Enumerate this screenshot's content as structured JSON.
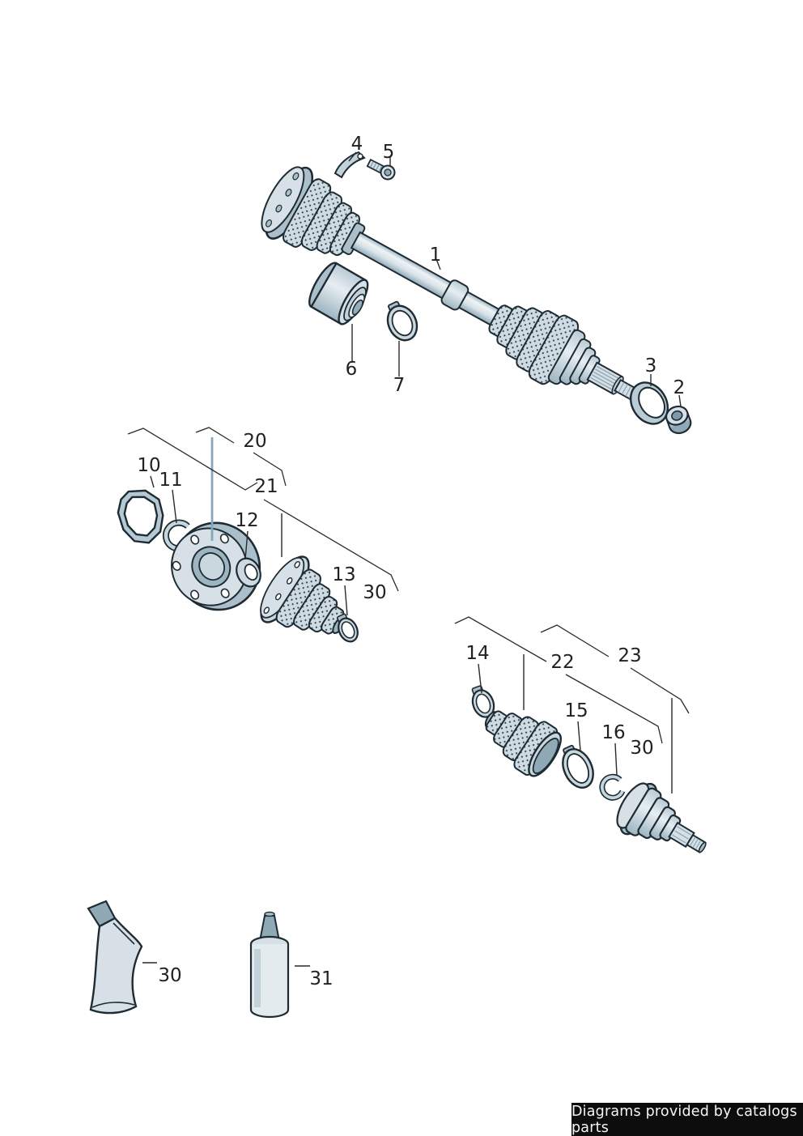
{
  "diagram": {
    "type": "exploded-parts-diagram",
    "subject": "drive shaft with constant velocity joints",
    "colors": {
      "background": "#ffffff",
      "line_art_outline": "#1e2b33",
      "part_fill_light": "#d6e0e6",
      "part_fill_mid": "#aabfca",
      "part_fill_dark": "#7e99a9",
      "leader_line": "#2a2a2a",
      "highlight_leader": "#85a7bb",
      "boot_dot_texture": "#30424e"
    },
    "callouts": {
      "p1": "1",
      "p2": "2",
      "p3": "3",
      "p4": "4",
      "p5": "5",
      "p6": "6",
      "p7": "7",
      "p10": "10",
      "p11": "11",
      "p12": "12",
      "p13": "13",
      "p14": "14",
      "p15": "15",
      "p16": "16",
      "p20": "20",
      "p21": "21",
      "p22": "22",
      "p23": "23",
      "p30a": "30",
      "p30b": "30",
      "p30c": "30",
      "p31": "31"
    }
  },
  "footer": {
    "text": "Diagrams provided by catalogs parts",
    "bg": "#0d0d0d",
    "color": "#f5f5f5"
  }
}
